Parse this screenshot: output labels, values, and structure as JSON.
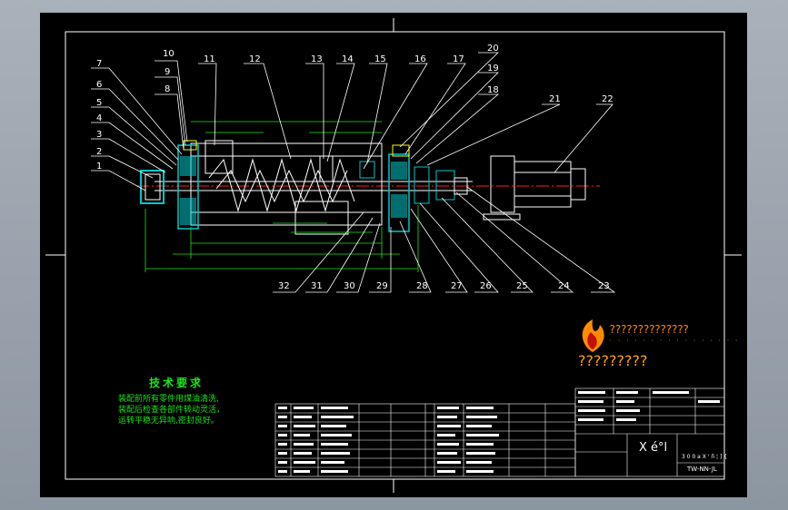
{
  "drawing": {
    "colors": {
      "frame": "#ffffff",
      "part": "#ffffff",
      "dimension": "#19e619",
      "centerline": "#ff2020",
      "section": "#00c8c8",
      "hidden": "#ffff00",
      "logo": "#ff8c00"
    },
    "balloons_top": [
      "10",
      "9",
      "8",
      "11",
      "12",
      "13",
      "14",
      "15",
      "16",
      "17",
      "20",
      "19",
      "18",
      "21",
      "22"
    ],
    "balloons_left": [
      "7",
      "6",
      "5",
      "4",
      "3",
      "2",
      "1"
    ],
    "balloons_bottom": [
      "32",
      "31",
      "30",
      "29",
      "28",
      "27",
      "26",
      "25",
      "24",
      "23"
    ]
  },
  "technical_requirements": {
    "title": "技术要求",
    "lines": [
      "装配前所有零件用煤油清洗,",
      "装配后检查各部件转动灵活，",
      "运转平稳无异响,密封良好。"
    ]
  },
  "logo": {
    "text": "??????????????",
    "sub": "· · · · · · · · · · · · · · · ·",
    "big": "?????????"
  },
  "title_block": {
    "scale": "X é°l",
    "code": "3 0 0 a X ' ñ ¦ ] {",
    "drawing_no": "TW-NN-JL"
  }
}
